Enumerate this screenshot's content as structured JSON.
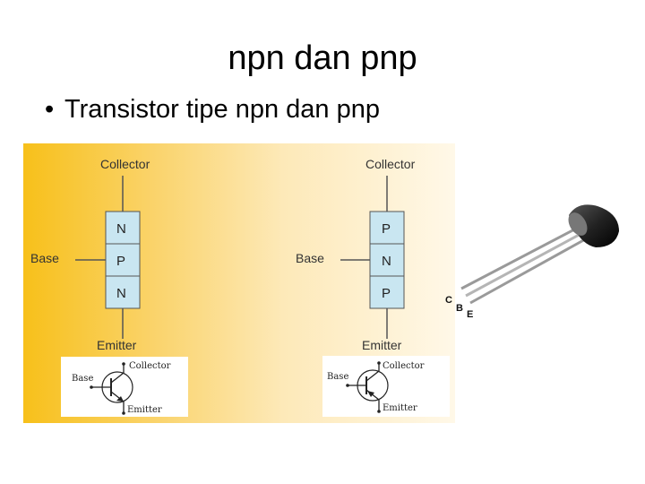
{
  "slide": {
    "title": "npn dan pnp",
    "bullet": "Transistor tipe npn dan pnp",
    "bullet_marker": "•"
  },
  "npn": {
    "collector": "Collector",
    "base": "Base",
    "emitter": "Emitter",
    "layers": [
      "N",
      "P",
      "N"
    ],
    "symbol": {
      "collector": "Collector",
      "base": "Base",
      "emitter": "Emitter"
    }
  },
  "pnp": {
    "collector": "Collector",
    "base": "Base",
    "emitter": "Emitter",
    "layers": [
      "P",
      "N",
      "P"
    ],
    "symbol": {
      "collector": "Collector",
      "base": "Base",
      "emitter": "Emitter"
    }
  },
  "photo": {
    "pins": [
      "C",
      "B",
      "E"
    ]
  },
  "colors": {
    "layer_fill": "#c9e6f1",
    "gradient_start": "#f7c01a",
    "line": "#555555"
  }
}
